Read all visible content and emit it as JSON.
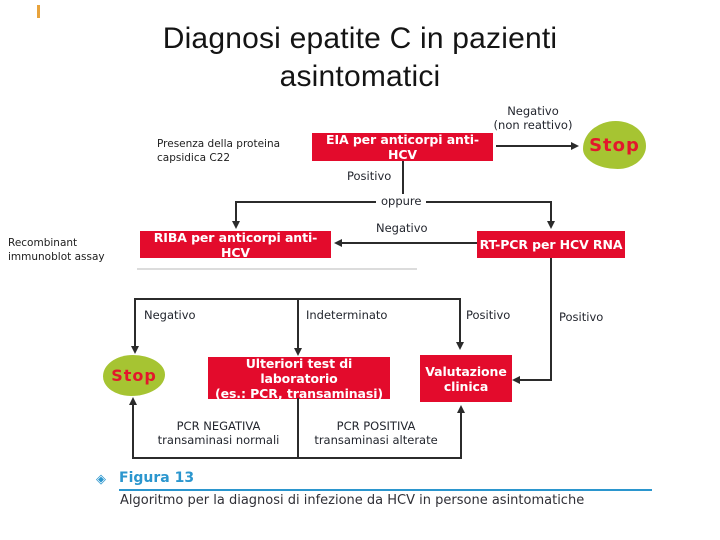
{
  "slide": {
    "title": "Diagnosi epatite C in pazienti asintomatici"
  },
  "side_labels": {
    "c22": "Presenza della proteina capsidica C22",
    "riba": "Recombinant immunoblot assay"
  },
  "nodes": {
    "eia": "EIA per anticorpi anti-HCV",
    "riba": "RIBA per anticorpi anti-HCV",
    "rtpcr": "RT-PCR per HCV RNA",
    "ulteriori_line1": "Ulteriori test di laboratorio",
    "ulteriori_line2": "(es.: PCR, transaminasi)",
    "valutazione_line1": "Valutazione",
    "valutazione_line2": "clinica",
    "stop_top": "Stop",
    "stop_bottom": "Stop"
  },
  "edge_labels": {
    "negativo_non_reattivo_line1": "Negativo",
    "negativo_non_reattivo_line2": "(non reattivo)",
    "positivo_eia": "Positivo",
    "oppure": "oppure",
    "negativo_rtpcr": "Negativo",
    "branch_negativo": "Negativo",
    "branch_indeterminato": "Indeterminato",
    "branch_positivo": "Positivo",
    "positivo_rtpcr": "Positivo"
  },
  "outcomes": {
    "pcr_negativa_line1": "PCR NEGATIVA",
    "pcr_negativa_line2": "transaminasi normali",
    "pcr_positiva_line1": "PCR POSITIVA",
    "pcr_positiva_line2": "transaminasi alterate"
  },
  "caption": {
    "diamond_icon": "◈",
    "figure_label": "Figura 13",
    "figure_text": "Algoritmo per la diagnosi di infezione da HCV in persone asintomatiche"
  },
  "colors": {
    "box_red": "#e30b2c",
    "stop_green": "#a6c432",
    "stop_text_red": "#e3172c",
    "caption_blue": "#2b96ce",
    "line_dark": "#2b2b2b",
    "accent_orange": "#e8a33c"
  }
}
